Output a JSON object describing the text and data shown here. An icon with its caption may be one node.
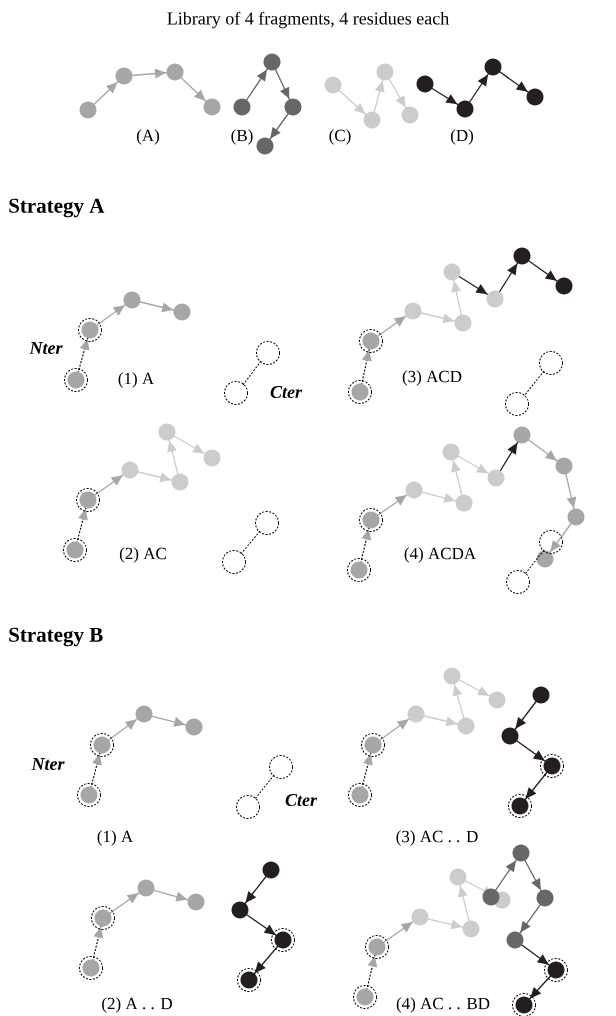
{
  "diagram": {
    "title": "Library of 4 fragments, 4 residues each",
    "labels": [
      "(A)",
      "(B)",
      "(C)",
      "(D)",
      "Strategy A",
      "Nter",
      "(1) A",
      "Cter",
      "(3) ACD",
      "(2) AC",
      "(4) ACDA",
      "Strategy B",
      "Nter",
      "Cter",
      "(1) A",
      "(3) AC . . D",
      "(2) A . . D",
      "(4) AC . . BD"
    ]
  }
}
